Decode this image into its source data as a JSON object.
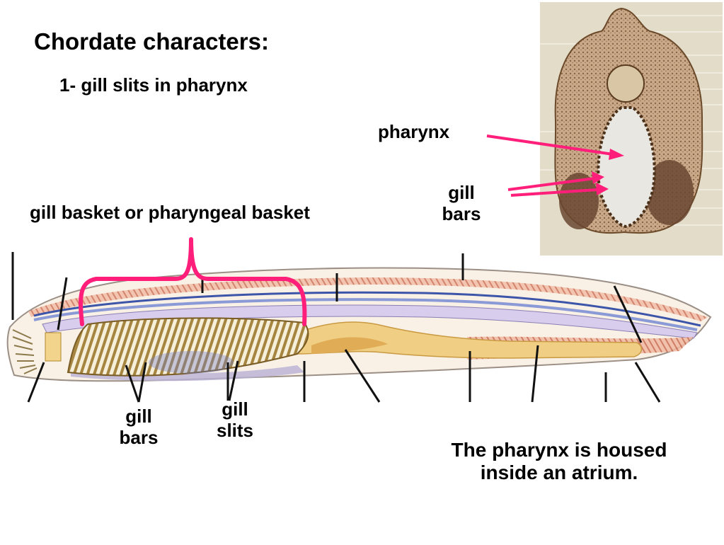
{
  "title": "Chordate characters:",
  "subtitle": "1- gill slits in pharynx",
  "labels": {
    "pharynx": "pharynx",
    "gill_bars_top": [
      "gill",
      "bars"
    ],
    "gill_basket": "gill basket or pharyngeal basket",
    "gill_bars_bottom": [
      "gill",
      "bars"
    ],
    "gill_slits": [
      "gill",
      "slits"
    ]
  },
  "caption": [
    "The pharynx is housed",
    "inside an atrium."
  ],
  "colors": {
    "accent_magenta": "#ff1f7a",
    "background": "#ffffff"
  }
}
